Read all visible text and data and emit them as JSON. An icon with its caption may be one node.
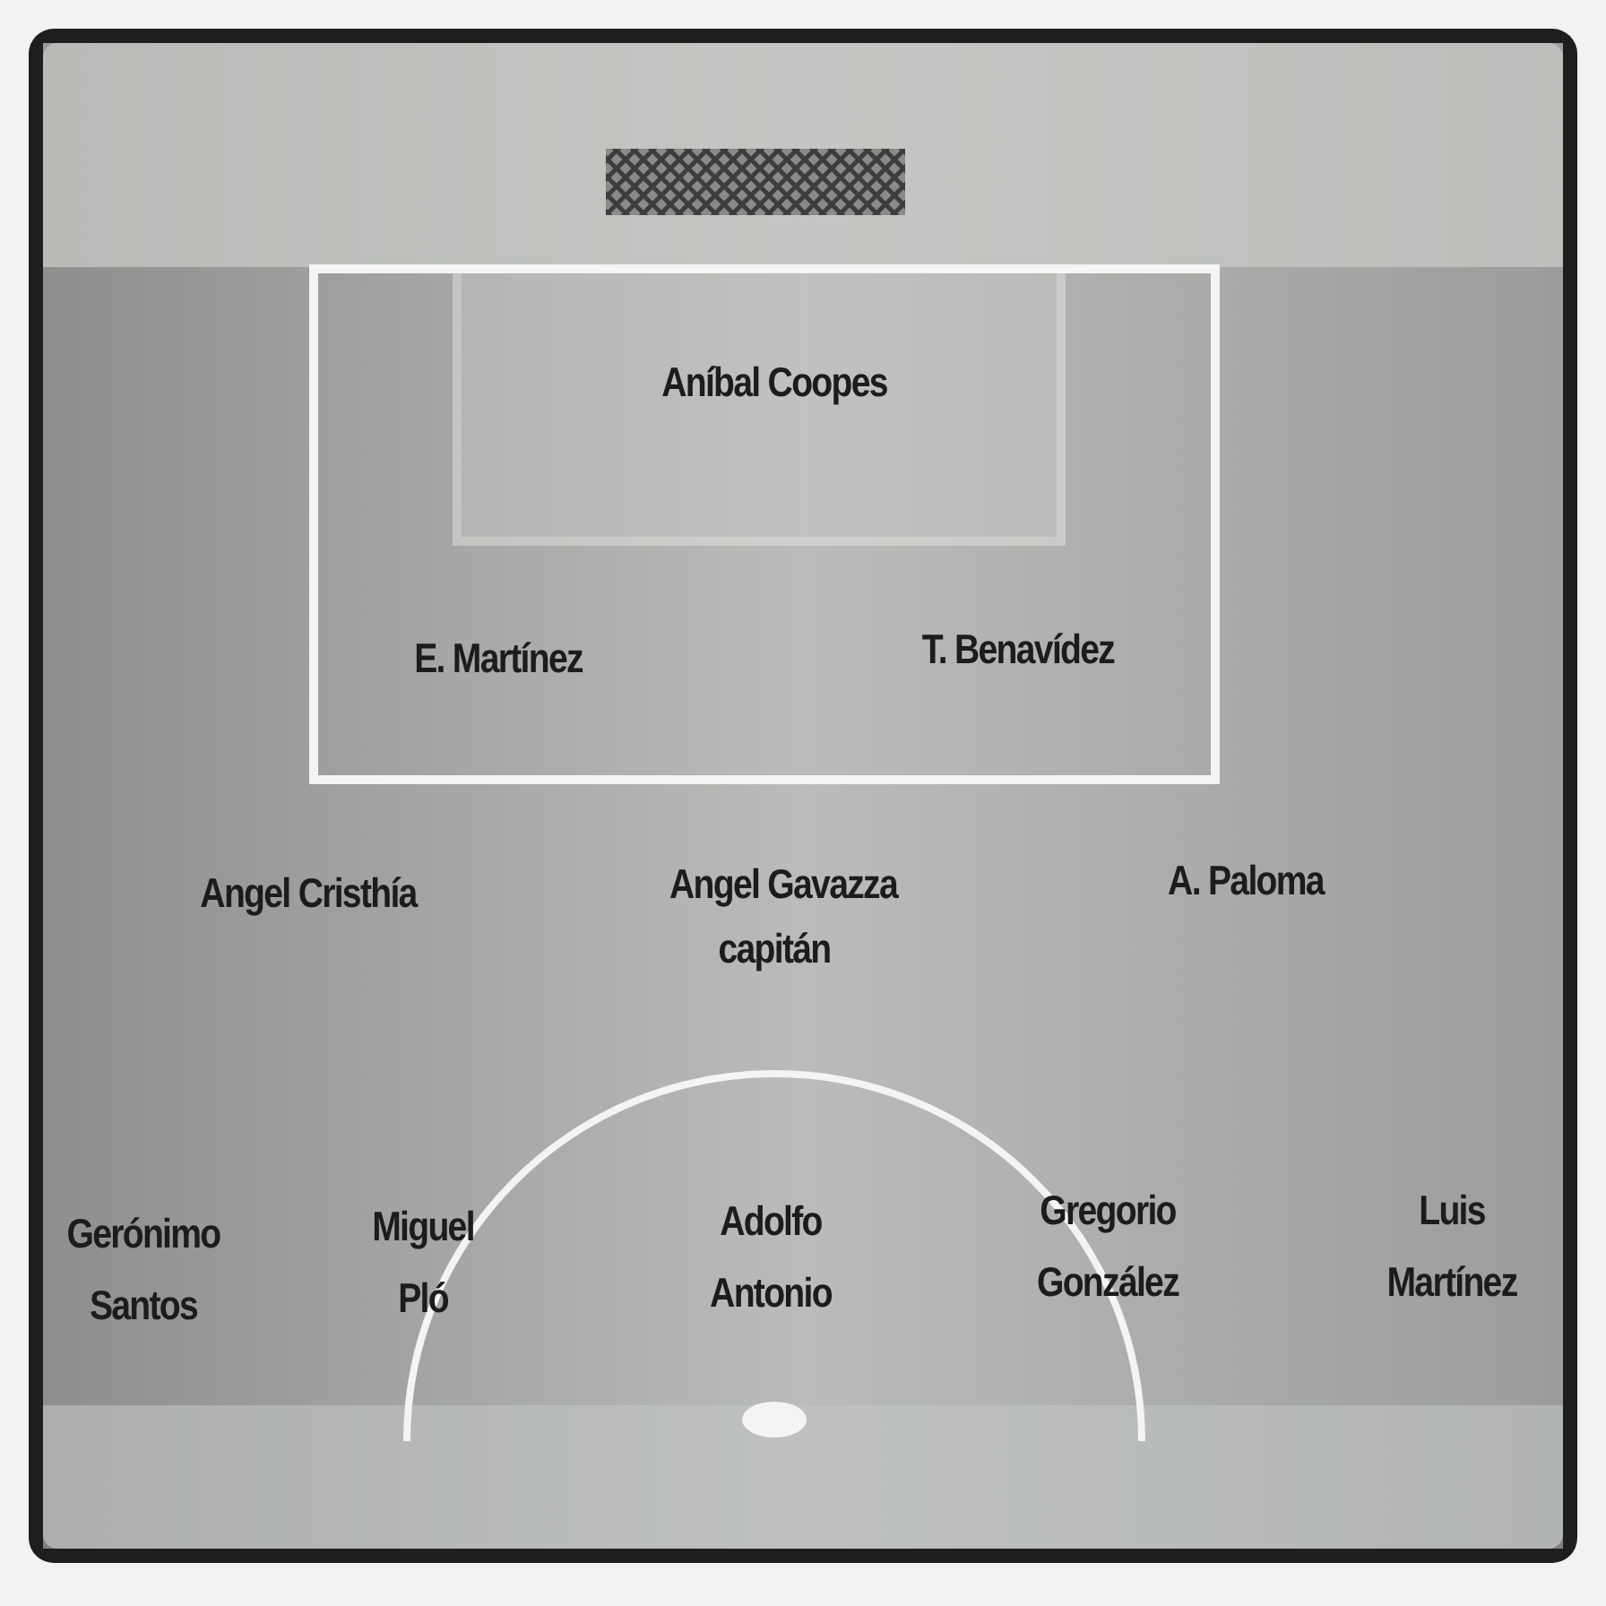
{
  "diagram": {
    "labels": [
      "Aníbal Coopes",
      "E. Martínez",
      "T. Benavídez",
      "Angel Cristhía",
      "Angel Gavazza",
      "capitán",
      "A. Paloma",
      "Gerónimo Santos",
      "Miguel Pló",
      "Adolfo Antonio",
      "Gregorio González",
      "Luis Martínez"
    ]
  }
}
